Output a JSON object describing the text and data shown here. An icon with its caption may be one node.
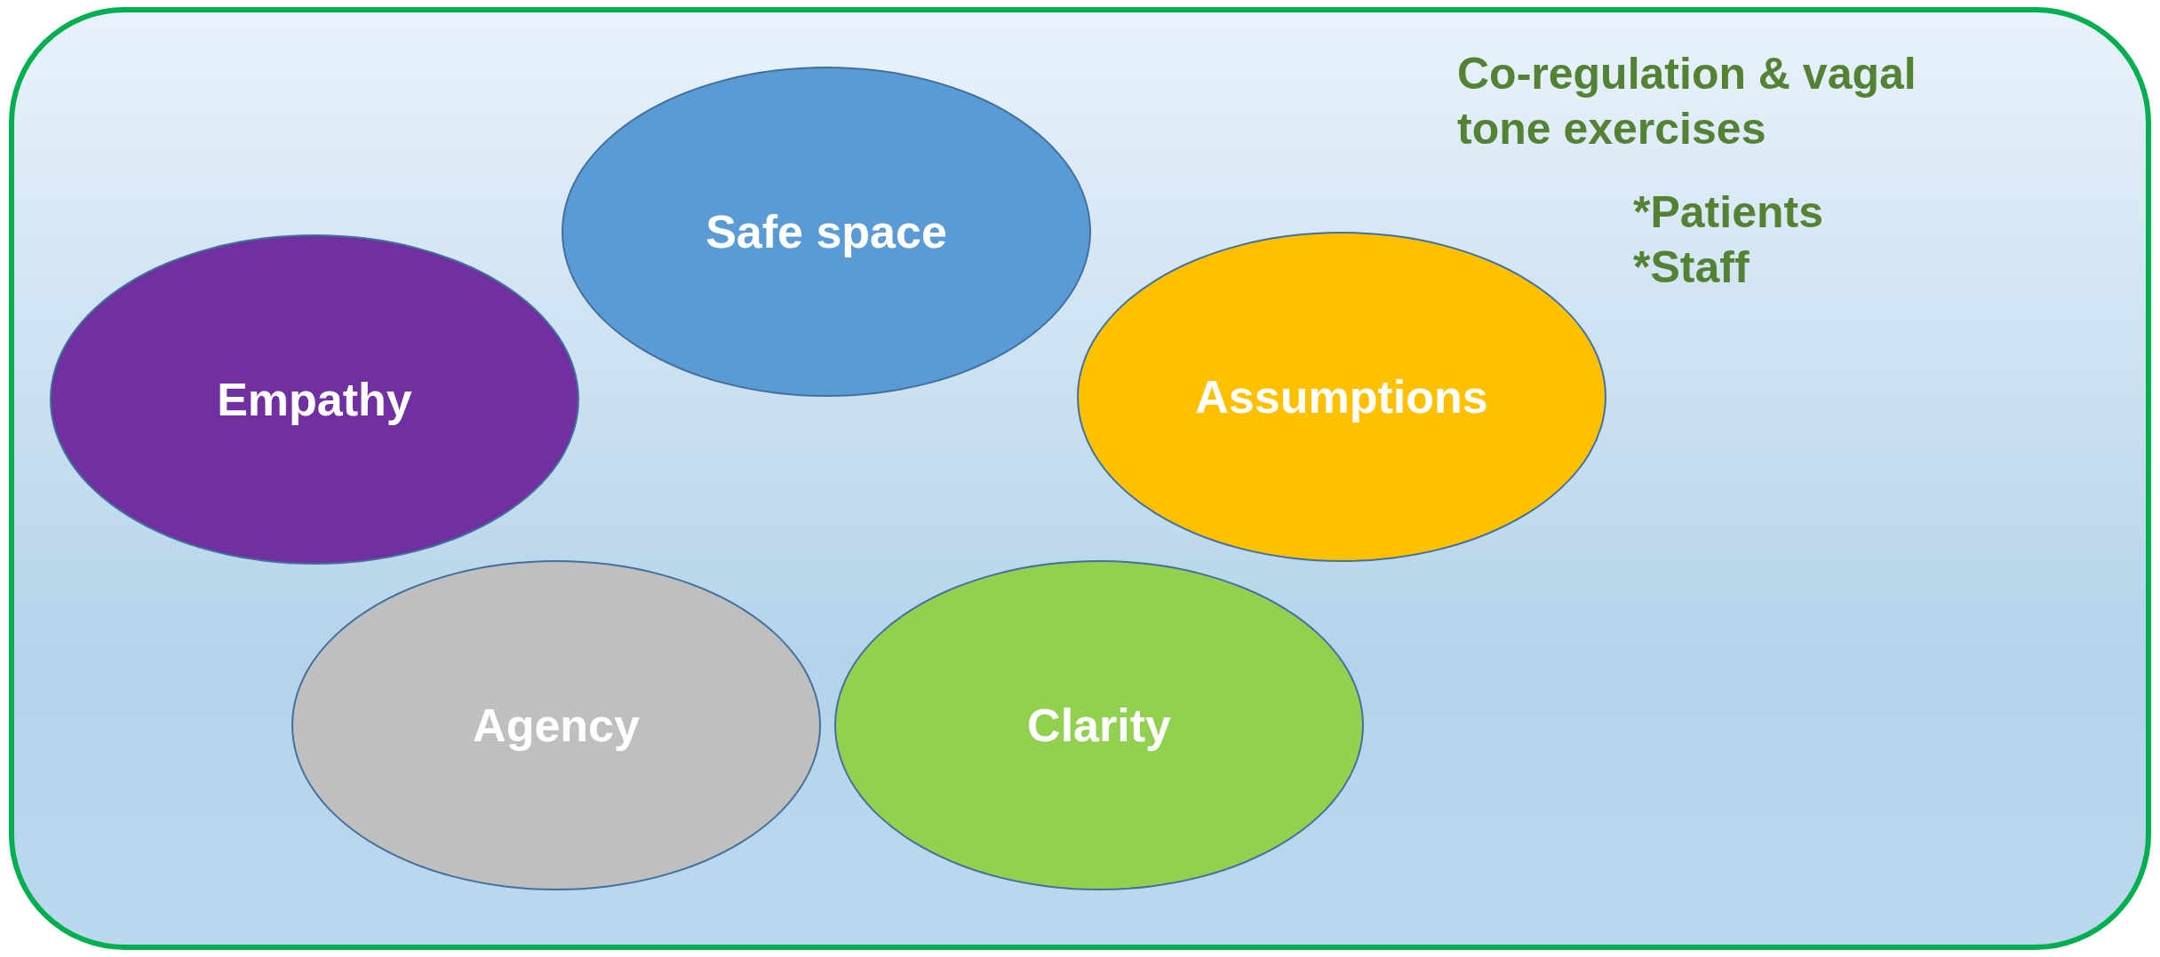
{
  "diagram": {
    "nodes": [
      {
        "text": [
          "Co-regulation & vagal tone exercises",
          "*Patients",
          "*Staff"
        ]
      },
      {
        "text": [
          "Safe space"
        ],
        "in": 0
      },
      {
        "text": [
          "Empathy"
        ],
        "in": 0
      },
      {
        "text": [
          "Assumptions"
        ],
        "in": 0
      },
      {
        "text": [
          "Agency"
        ],
        "in": 0
      },
      {
        "text": [
          "Clarity"
        ],
        "in": 0
      }
    ]
  }
}
